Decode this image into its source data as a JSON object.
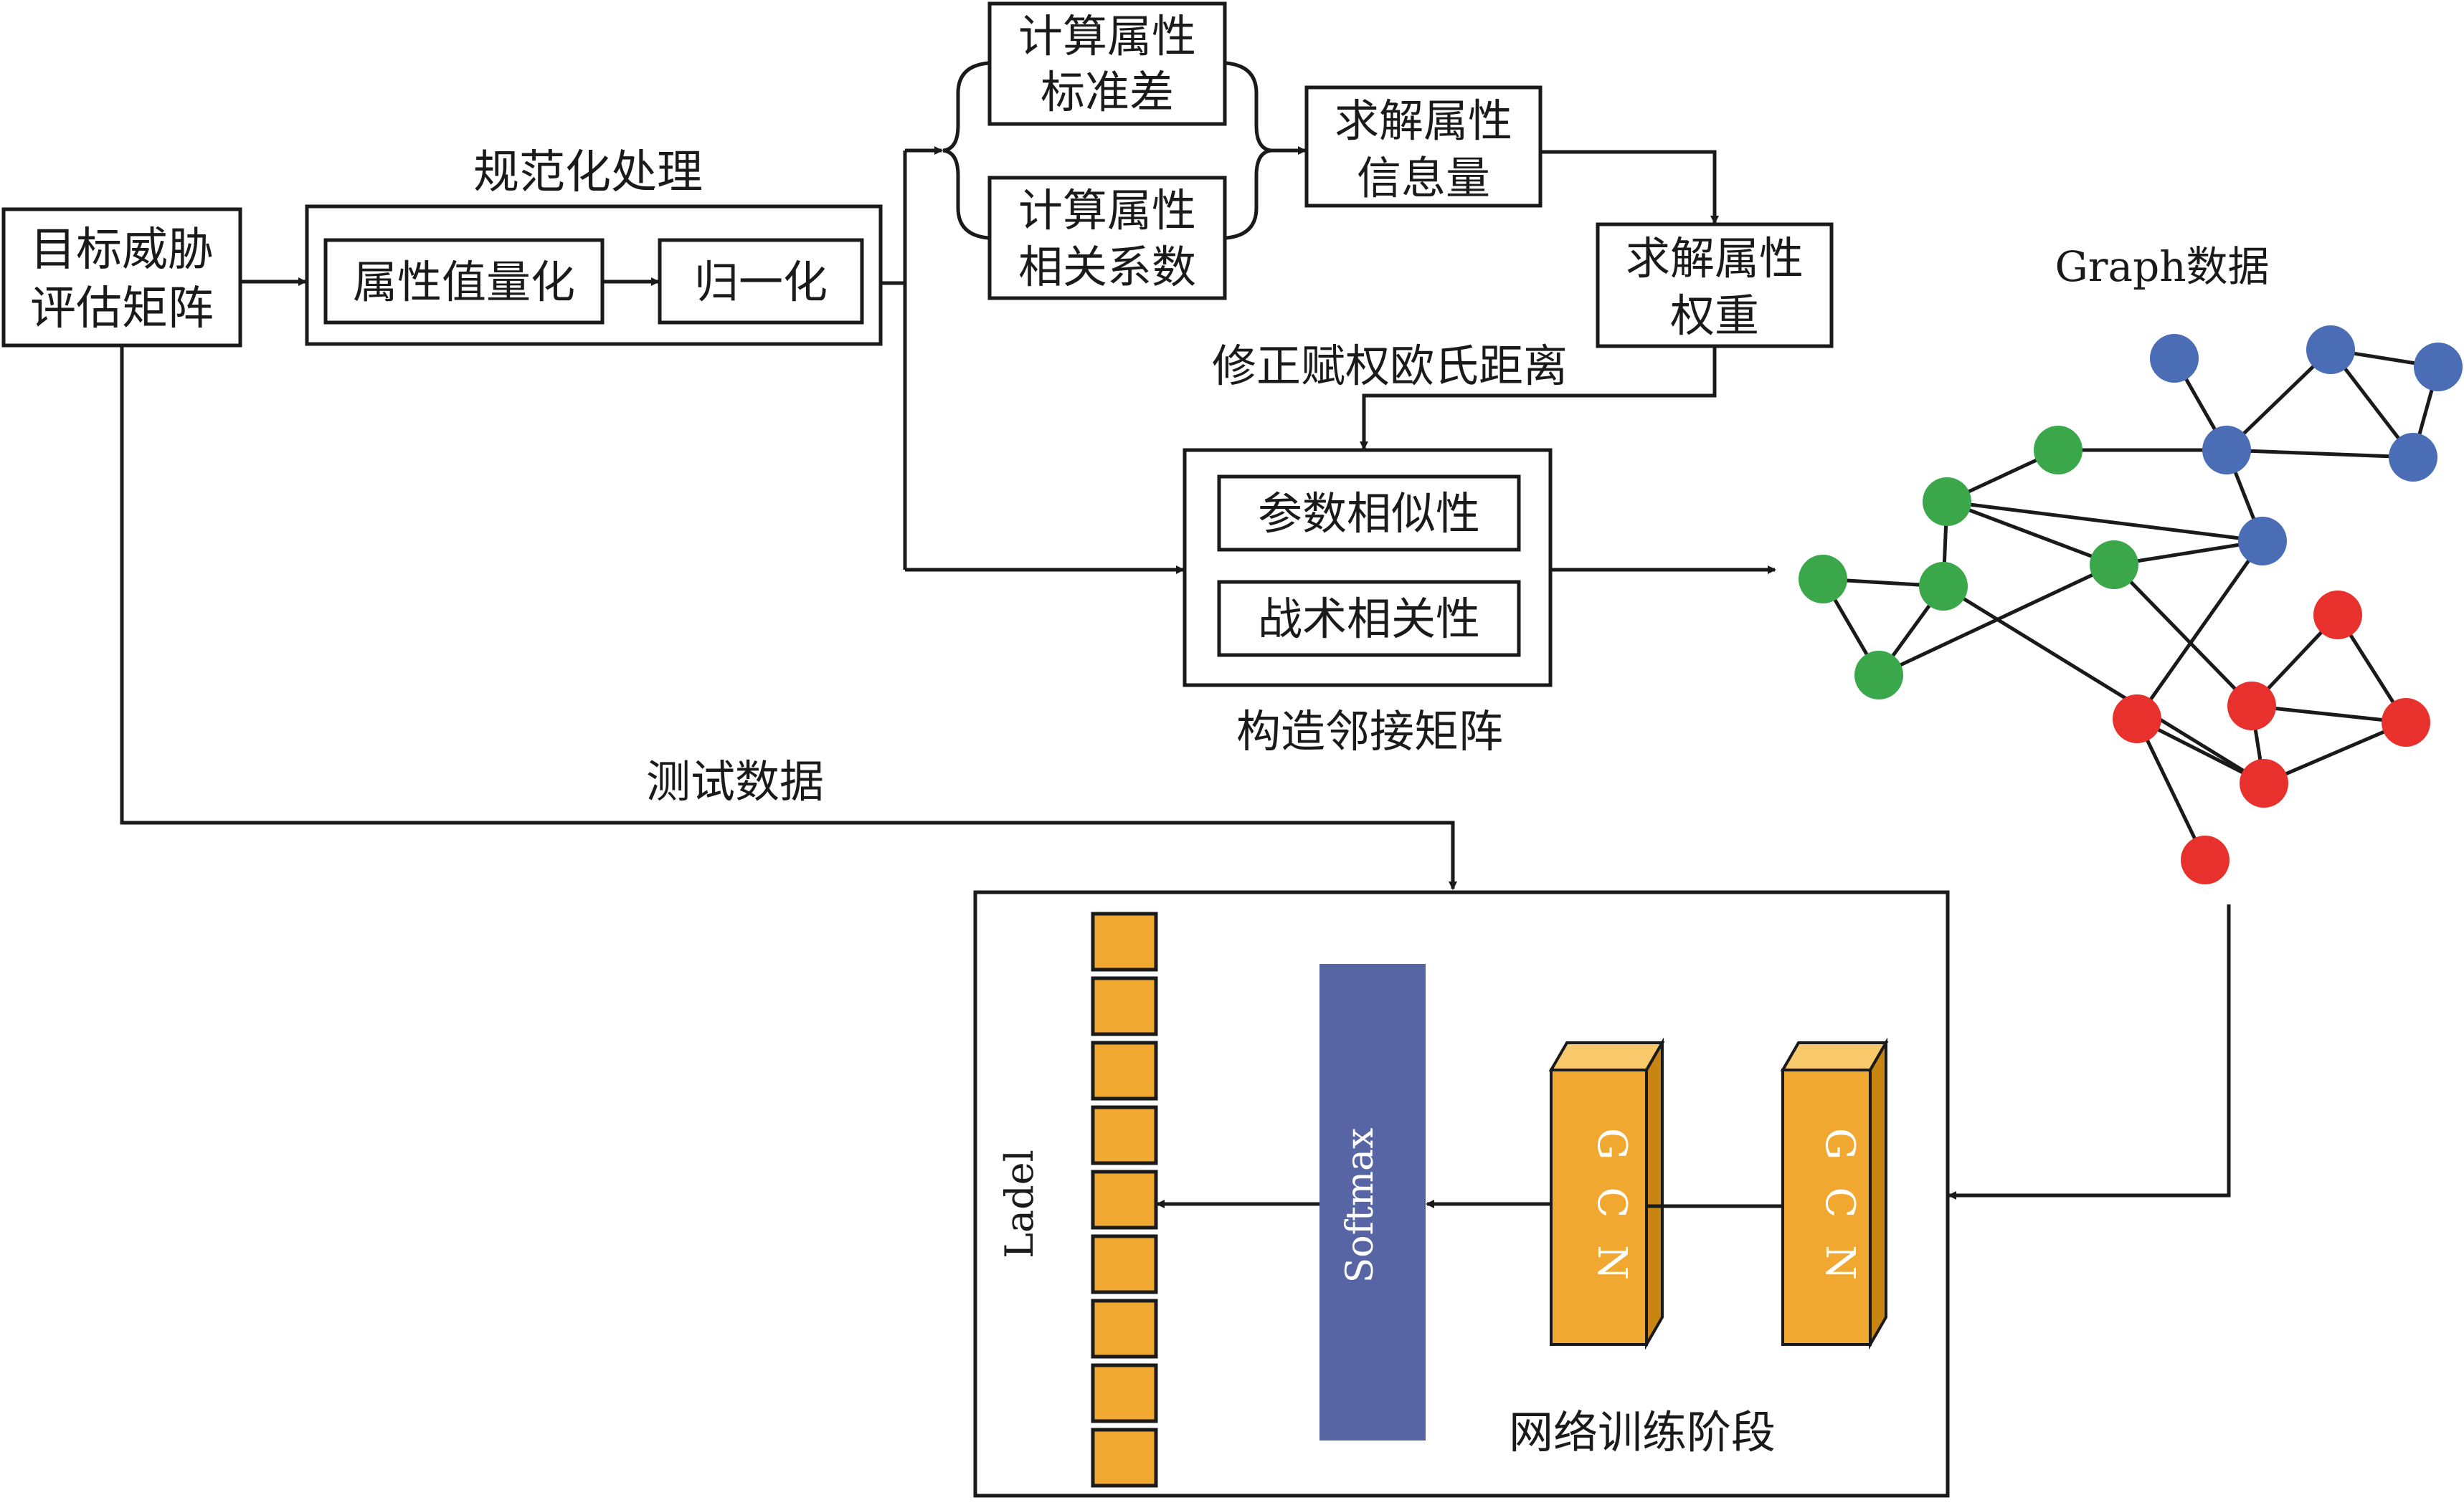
{
  "nodes": {
    "threat_matrix": [
      "目标威胁",
      "评估矩阵"
    ],
    "normalize_title": "规范化处理",
    "quantize": "属性值量化",
    "normalize": "归一化",
    "std_dev": [
      "计算属性",
      "标准差"
    ],
    "corr_coef": [
      "计算属性",
      "相关系数"
    ],
    "info_amount": [
      "求解属性",
      "信息量"
    ],
    "weight": [
      "求解属性",
      "权重"
    ],
    "modified_distance": "修正赋权欧氏距离",
    "param_similarity": "参数相似性",
    "tactic_correlation": "战术相关性",
    "adjacency_title": "构造邻接矩阵",
    "graph_title": "Graph数据",
    "test_data": "测试数据",
    "softmax": "Softmax",
    "gcn": "G C N",
    "label": "Ladel",
    "training_title": "网络训练阶段"
  },
  "colors": {
    "node_blue": "#4a6db5",
    "node_green": "#3aa84a",
    "node_red": "#e8312c",
    "softmax_fill": "#5865a4",
    "block_fill": "#f0a830",
    "block_top": "#f7c96a",
    "block_side": "#c98512"
  }
}
